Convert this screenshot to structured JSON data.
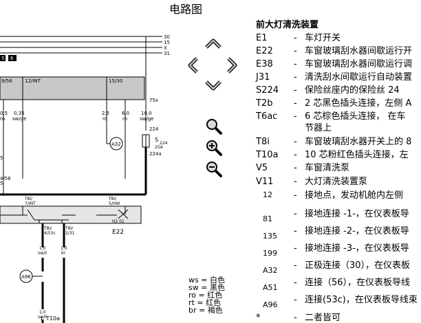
{
  "page_title": "电路图",
  "diagram": {
    "bus_labels": [
      "30",
      "15",
      "X",
      "31"
    ],
    "fuse_numbers": [
      "5",
      "6"
    ],
    "fuses": [
      "9/56",
      "12/INT",
      "15/30"
    ],
    "wires": [
      {
        "size": "0,5",
        "color": "ro"
      },
      {
        "size": "0,35",
        "color": "sw/ge"
      },
      {
        "size": "2,5",
        "color": "ro"
      },
      {
        "size": "6,0",
        "color": "ro"
      },
      {
        "size": "10,0",
        "color": "sw/ge"
      },
      {
        "size": "1,0",
        "color": "sw/li"
      },
      {
        "size": "1,0",
        "color": "br"
      },
      {
        "size": "1,0",
        "color": "sw/li"
      }
    ],
    "wire_marks": [
      "75x",
      "224",
      "224a"
    ],
    "fuse_label": "S",
    "fuse_number": "224",
    "fuse_rating": "25A",
    "left_labels": [
      "4/56",
      "5",
      "5"
    ],
    "connectors": {
      "t8_left": [
        "T8i/",
        "7/INT"
      ],
      "t8_right": [
        "T8i/",
        "5/HW"
      ],
      "t8_a": [
        "T8i/",
        "4/53c"
      ],
      "t8_b": [
        "T8i/",
        "2/31"
      ]
    },
    "relay_label": "E22",
    "relay_pins": "H2  01",
    "ground_points": [
      "A32",
      "A96"
    ],
    "bottom_connector": "T10a",
    "bottom_wire_number": "1"
  },
  "color_key": [
    {
      "code": "ws",
      "name": "白色"
    },
    {
      "code": "sw",
      "name": "黑色"
    },
    {
      "code": "ro",
      "name": "红色"
    },
    {
      "code": "rt",
      "name": "红色"
    },
    {
      "code": "br",
      "name": "褐色"
    }
  ],
  "legend": {
    "heading": "前大灯清洗装置",
    "items": [
      {
        "code": "E1",
        "desc": "车灯开关"
      },
      {
        "code": "E22",
        "desc": "车窗玻璃刮水器间歇运行开"
      },
      {
        "code": "E38",
        "desc": "车窗玻璃刮水器间歇运行调"
      },
      {
        "code": "J31",
        "desc": "清洗刮水间歇运行自动装置"
      },
      {
        "code": "S224",
        "desc": "保险丝座内的保险丝 24"
      },
      {
        "code": "T2b",
        "desc": "2 芯黑色插头连接，左侧 A"
      },
      {
        "code": "T6ac",
        "desc": "6 芯棕色插头连接，   在车",
        "desc2": "节器上"
      },
      {
        "code": "T8i",
        "desc": "车窗玻璃刮水器开关上的 8"
      },
      {
        "code": "T10a",
        "desc": "10 芯粉红色插头连接，左"
      },
      {
        "code": "V5",
        "desc": "车窗清洗泵"
      },
      {
        "code": "V11",
        "desc": "大灯清洗装置泵"
      },
      {
        "code": "12",
        "desc": "接地点，发动机舱内左侧"
      },
      {
        "code": "81",
        "desc": "接地连接 -1-，在仪表板导"
      },
      {
        "code": "135",
        "desc": "接地连接 -2-，在仪表板导"
      },
      {
        "code": "199",
        "desc": "接地连接 -3-，在仪表板导"
      },
      {
        "code": "A32",
        "desc": "正极连接（30），在仪表板"
      },
      {
        "code": "A51",
        "desc": "连接（56），在仪表板导线"
      },
      {
        "code": "A96",
        "desc": "连接(53c)，在仪表板导线束"
      },
      {
        "code": "*",
        "desc": "二者皆可"
      }
    ]
  },
  "colors": {
    "wire": "#000000",
    "panel": "#e6e6e6",
    "bus": "#c8c8c8"
  }
}
